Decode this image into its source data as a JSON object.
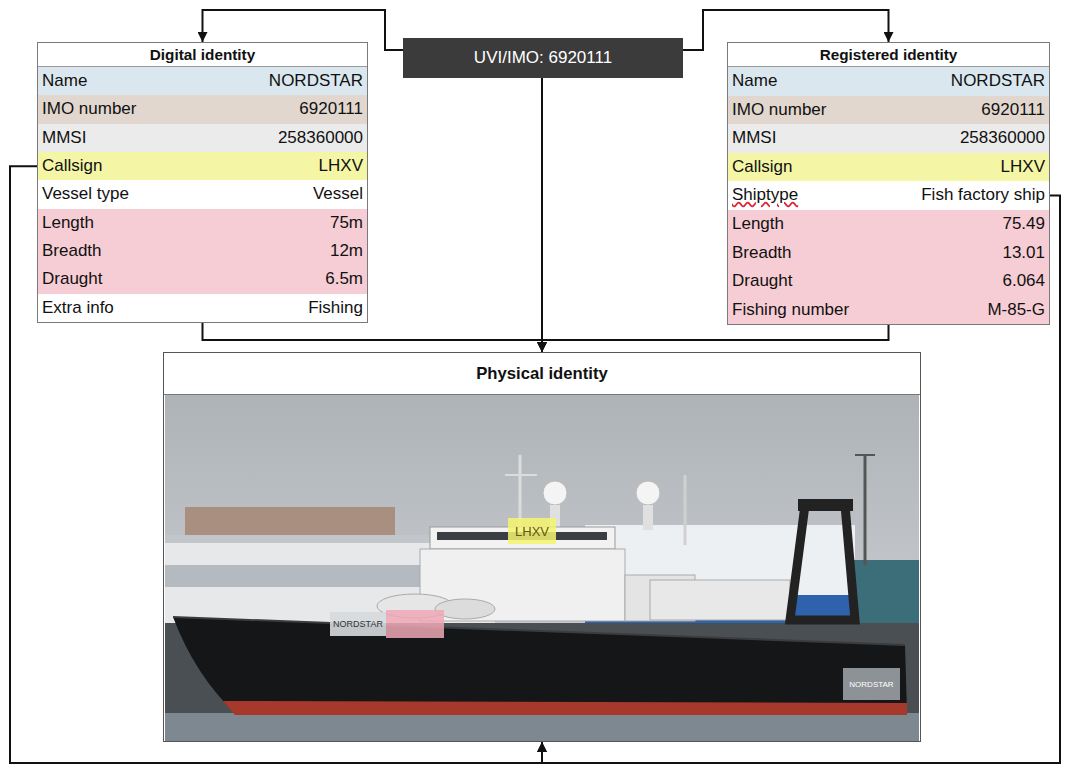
{
  "diagram": {
    "nodes": [
      {
        "text": [
          "UVI/IMO: 6920111"
        ]
      },
      {
        "text": [
          "Digital identity"
        ]
      },
      {
        "text": [
          "Name",
          "NORDSTAR"
        ],
        "in": 1
      },
      {
        "text": [
          "IMO number",
          "6920111"
        ],
        "in": 1
      },
      {
        "text": [
          "MMSI",
          "258360000"
        ],
        "in": 1
      },
      {
        "text": [
          "Callsign",
          "LHXV"
        ],
        "in": 1
      },
      {
        "text": [
          "Vessel type",
          "Vessel"
        ],
        "in": 1
      },
      {
        "text": [
          "Length",
          "75m"
        ],
        "in": 1
      },
      {
        "text": [
          "Breadth",
          "12m"
        ],
        "in": 1
      },
      {
        "text": [
          "Draught",
          "6.5m"
        ],
        "in": 1
      },
      {
        "text": [
          "Extra info",
          "Fishing"
        ],
        "in": 1
      },
      {
        "text": [
          "Registered identity"
        ]
      },
      {
        "text": [
          "Name",
          "NORDSTAR"
        ],
        "in": 11
      },
      {
        "text": [
          "IMO number",
          "6920111"
        ],
        "in": 11
      },
      {
        "text": [
          "MMSI",
          "258360000"
        ],
        "in": 11
      },
      {
        "text": [
          "Callsign",
          "LHXV"
        ],
        "in": 11
      },
      {
        "text": [
          "Shiptype",
          "Fish factory ship"
        ],
        "in": 11
      },
      {
        "text": [
          "Length",
          "75.49"
        ],
        "in": 11
      },
      {
        "text": [
          "Breadth",
          "13.01"
        ],
        "in": 11
      },
      {
        "text": [
          "Draught",
          "6.064"
        ],
        "in": 11
      },
      {
        "text": [
          "Fishing number",
          "M-85-G"
        ],
        "in": 11
      },
      {
        "text": [
          "Physical identity"
        ]
      }
    ],
    "edges": [
      {
        "from": 0,
        "to": 1,
        "arrow": "to"
      },
      {
        "from": 0,
        "to": 11,
        "arrow": "to"
      },
      {
        "from": 0,
        "to": 21,
        "arrow": "to"
      },
      {
        "from": 1,
        "to": 21,
        "arrow": "to"
      },
      {
        "from": 11,
        "to": 21,
        "arrow": "to"
      },
      {
        "from": 5,
        "to": 21,
        "arrow": "to"
      },
      {
        "from": 16,
        "to": 21,
        "arrow": "to"
      }
    ],
    "labels": [
      "LHXV",
      "NORDSTAR",
      "NORDSTAR"
    ]
  }
}
